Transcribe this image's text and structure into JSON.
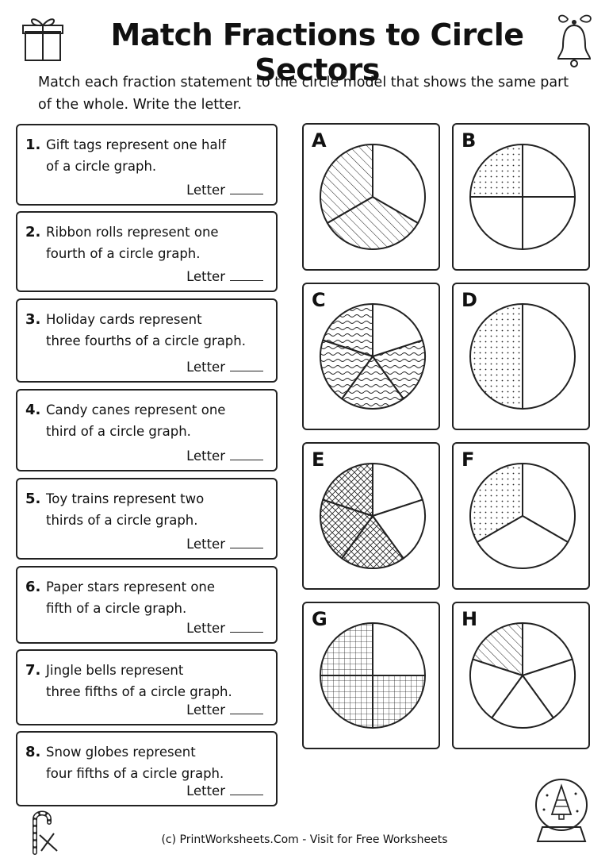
{
  "title": "Match Fractions to Circle Sectors",
  "instructions": "Match each fraction statement to the circle model that shows the same part of the whole. Write the letter.",
  "questions": [
    {
      "number": "1.",
      "line1": "Gift tags represent one half",
      "line2": "of a circle graph.",
      "letter_label": "Letter"
    },
    {
      "number": "2.",
      "line1": "Ribbon rolls represent one",
      "line2": "fourth of a circle graph.",
      "letter_label": "Letter"
    },
    {
      "number": "3.",
      "line1": "Holiday cards represent",
      "line2": "three fourths of a circle graph.",
      "letter_label": "Letter"
    },
    {
      "number": "4.",
      "line1": "Candy canes represent one",
      "line2": "third of a circle graph.",
      "letter_label": "Letter"
    },
    {
      "number": "5.",
      "line1": "Toy trains represent two",
      "line2": "thirds of a circle graph.",
      "letter_label": "Letter"
    },
    {
      "number": "6.",
      "line1": "Paper stars represent one",
      "line2": "fifth of a circle graph.",
      "letter_label": "Letter"
    },
    {
      "number": "7.",
      "line1": "Jingle bells represent",
      "line2": "three fifths of a circle graph.",
      "letter_label": "Letter"
    },
    {
      "number": "8.",
      "line1": "Snow globes represent",
      "line2": "four fifths of a circle graph.",
      "letter_label": "Letter"
    }
  ],
  "circles": [
    {
      "letter": "A",
      "parts": 3,
      "shaded": 2,
      "pattern": "diag"
    },
    {
      "letter": "B",
      "parts": 4,
      "shaded": 1,
      "pattern": "dots"
    },
    {
      "letter": "C",
      "parts": 5,
      "shaded": 4,
      "pattern": "wave"
    },
    {
      "letter": "D",
      "parts": 2,
      "shaded": 1,
      "pattern": "dots"
    },
    {
      "letter": "E",
      "parts": 5,
      "shaded": 3,
      "pattern": "cross"
    },
    {
      "letter": "F",
      "parts": 3,
      "shaded": 1,
      "pattern": "dots"
    },
    {
      "letter": "G",
      "parts": 4,
      "shaded": 3,
      "pattern": "grid"
    },
    {
      "letter": "H",
      "parts": 5,
      "shaded": 1,
      "pattern": "diag"
    }
  ],
  "decorations": [
    "gift-icon",
    "bell-icon",
    "candy-cane-icon",
    "snow-globe-icon"
  ],
  "footer": "(c) PrintWorksheets.Com - Visit for Free Worksheets"
}
